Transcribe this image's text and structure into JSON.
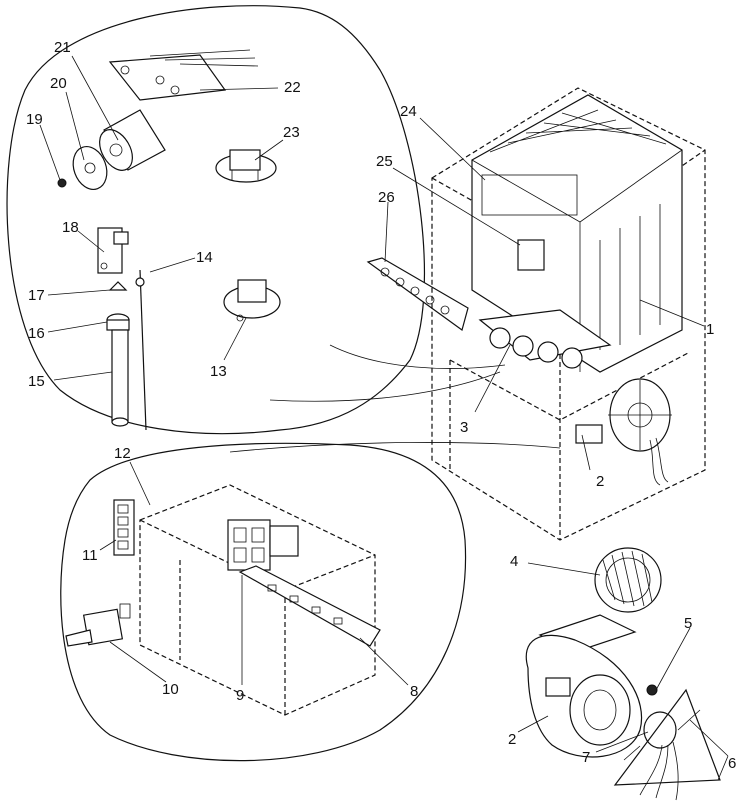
{
  "callouts": [
    {
      "id": "c1",
      "text": "1"
    },
    {
      "id": "c2a",
      "text": "2"
    },
    {
      "id": "c2b",
      "text": "2"
    },
    {
      "id": "c3",
      "text": "3"
    },
    {
      "id": "c4",
      "text": "4"
    },
    {
      "id": "c5",
      "text": "5"
    },
    {
      "id": "c6",
      "text": "6"
    },
    {
      "id": "c7",
      "text": "7"
    },
    {
      "id": "c8",
      "text": "8"
    },
    {
      "id": "c9",
      "text": "9"
    },
    {
      "id": "c10",
      "text": "10"
    },
    {
      "id": "c11",
      "text": "11"
    },
    {
      "id": "c12",
      "text": "12"
    },
    {
      "id": "c13",
      "text": "13"
    },
    {
      "id": "c14",
      "text": "14"
    },
    {
      "id": "c15",
      "text": "15"
    },
    {
      "id": "c16",
      "text": "16"
    },
    {
      "id": "c17",
      "text": "17"
    },
    {
      "id": "c18",
      "text": "18"
    },
    {
      "id": "c19",
      "text": "19"
    },
    {
      "id": "c20",
      "text": "20"
    },
    {
      "id": "c21",
      "text": "21"
    },
    {
      "id": "c22",
      "text": "22"
    },
    {
      "id": "c23",
      "text": "23"
    },
    {
      "id": "c24",
      "text": "24"
    },
    {
      "id": "c25",
      "text": "25"
    },
    {
      "id": "c26",
      "text": "26"
    }
  ]
}
